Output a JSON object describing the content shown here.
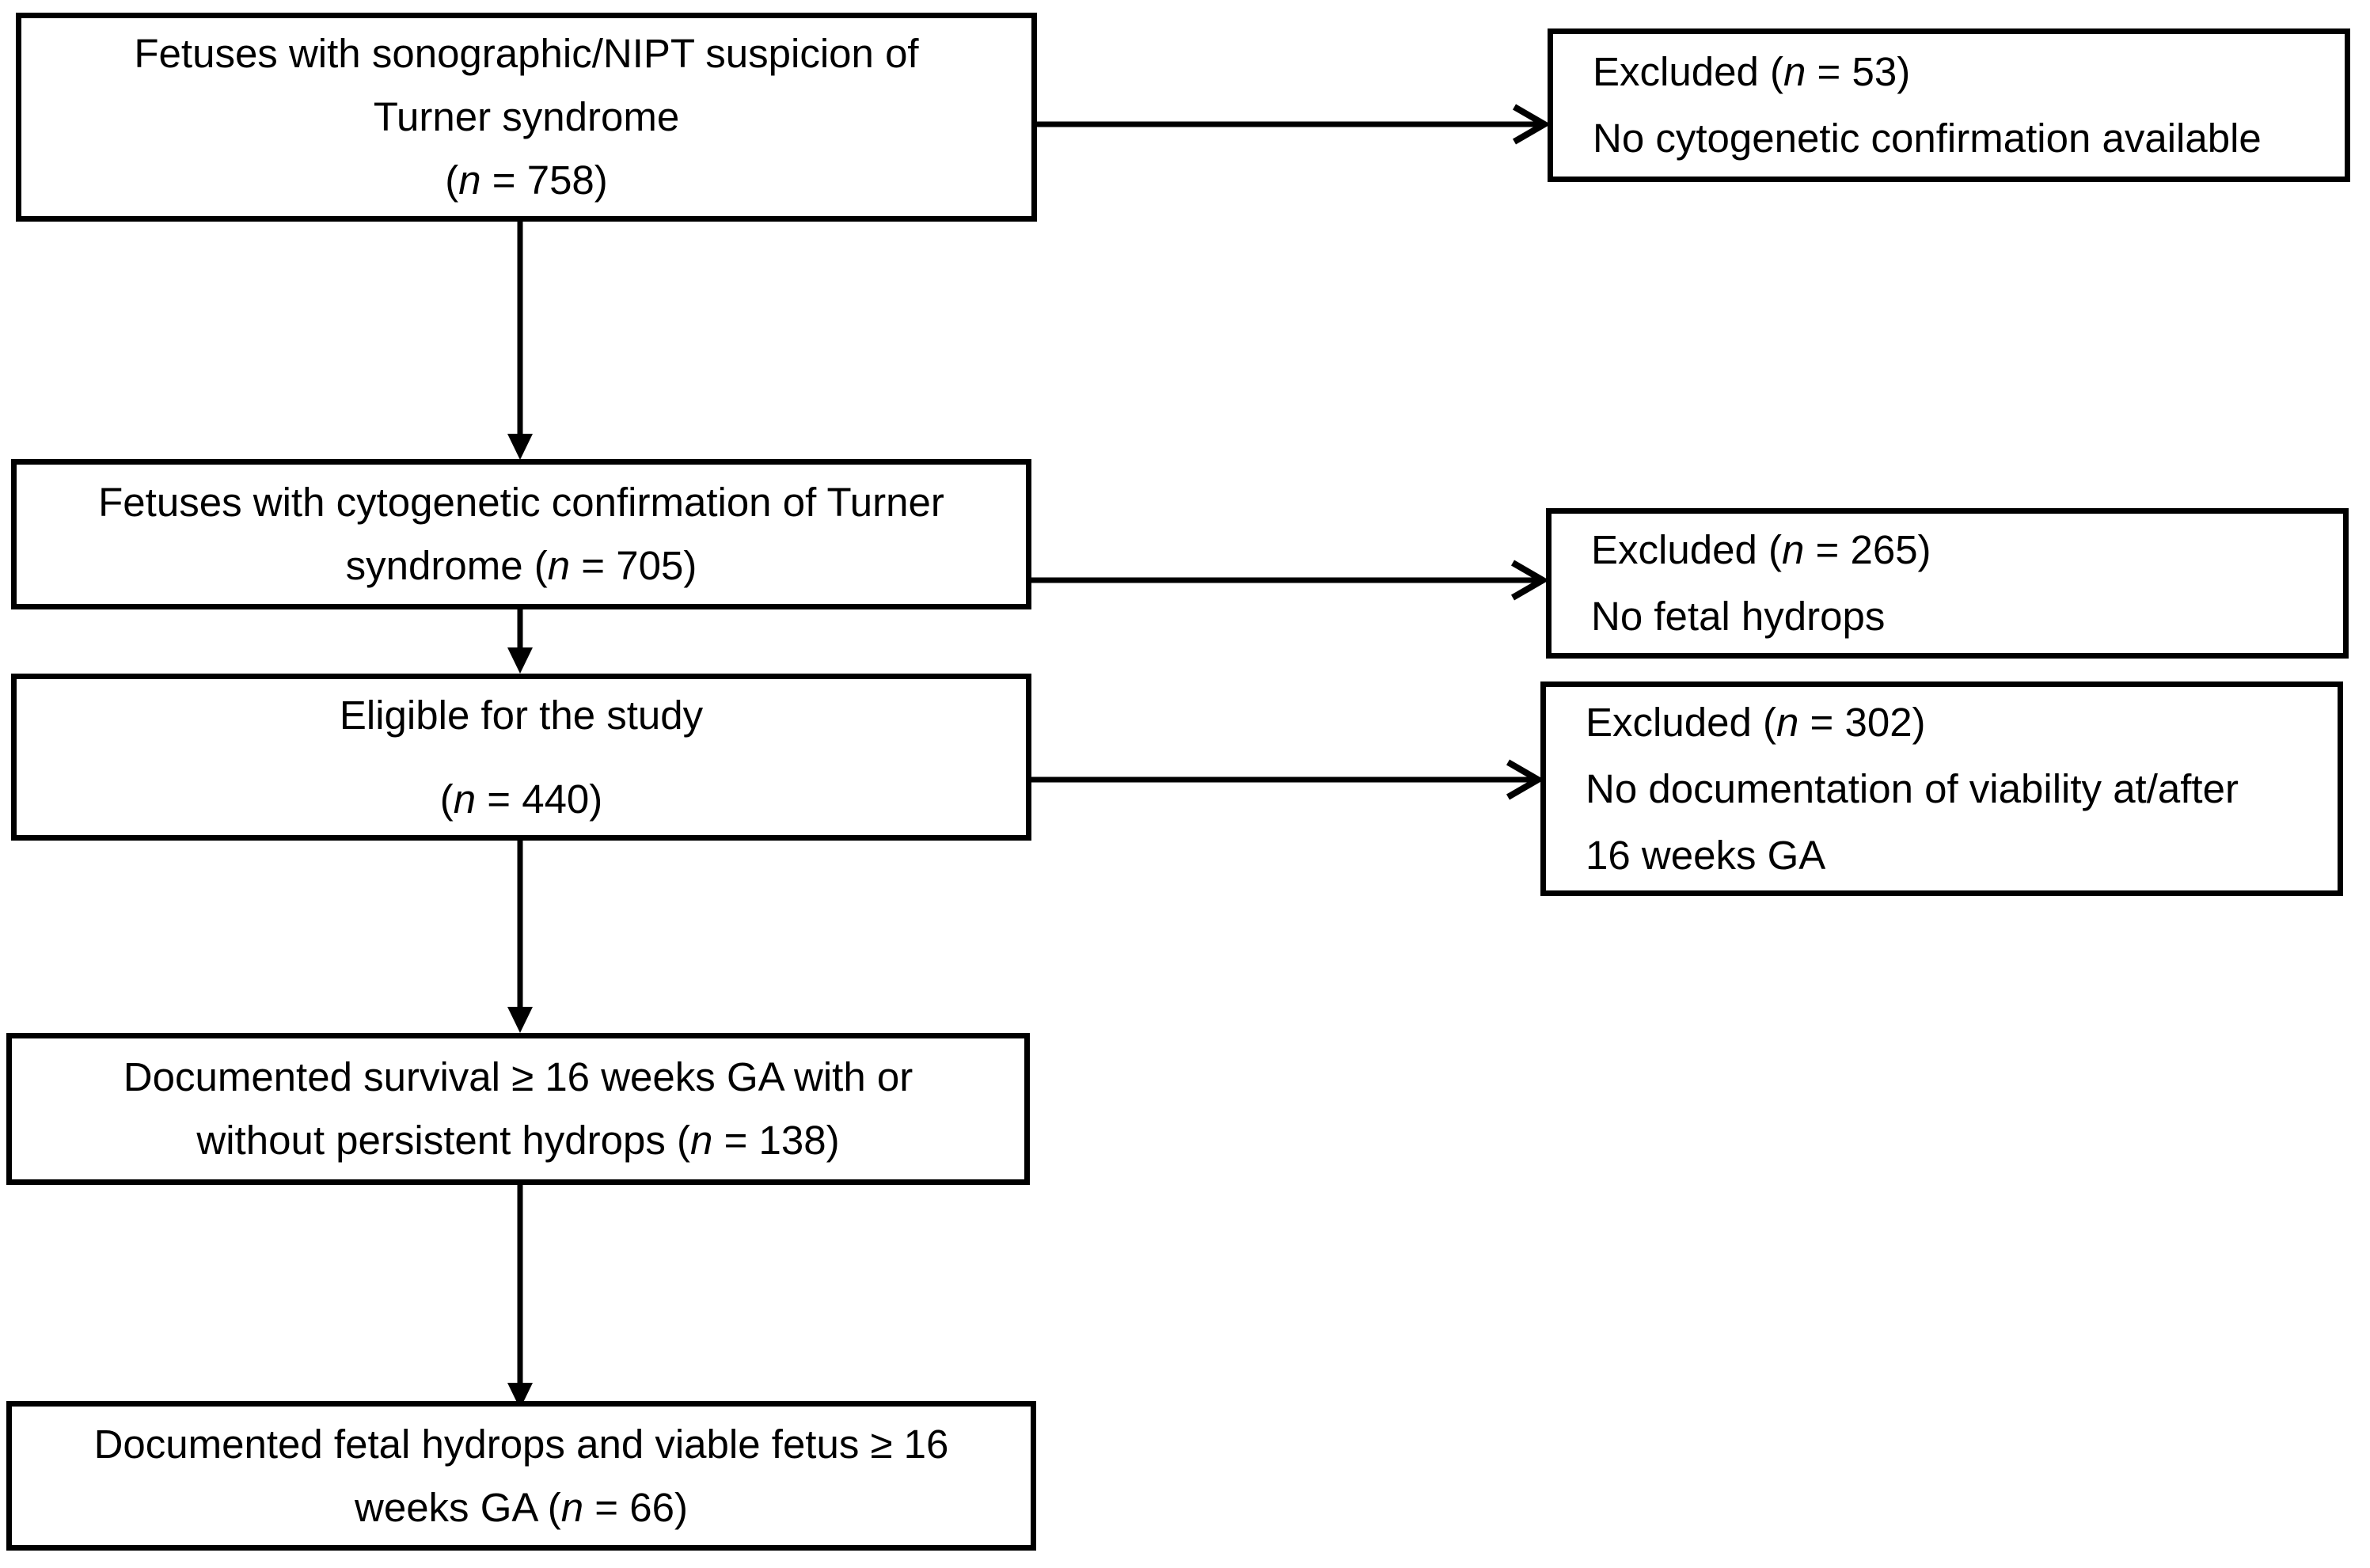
{
  "diagram": {
    "colors": {
      "stroke": "#000000",
      "background": "#ffffff",
      "text": "#000000"
    },
    "main_boxes": [
      {
        "id": "suspicion",
        "n": 758,
        "lines": [
          {
            "pre": "Fetuses with sonographic/NIPT suspicion of"
          },
          {
            "pre": "Turner syndrome"
          },
          {
            "pre": "(",
            "it": "n",
            "post": " = 758)"
          }
        ]
      },
      {
        "id": "confirmation",
        "n": 705,
        "lines": [
          {
            "pre": "Fetuses with cytogenetic confirmation of Turner"
          },
          {
            "pre": "syndrome (",
            "it": "n",
            "post": " = 705)"
          }
        ]
      },
      {
        "id": "eligible",
        "n": 440,
        "lines": [
          {
            "pre": "Eligible for the study"
          },
          {
            "pre": "(",
            "it": "n",
            "post": " = 440)"
          }
        ]
      },
      {
        "id": "survival",
        "n": 138,
        "lines": [
          {
            "pre": "Documented survival ≥ 16 weeks GA with or"
          },
          {
            "pre": "without persistent hydrops (",
            "it": "n",
            "post": " = 138)"
          }
        ]
      },
      {
        "id": "final",
        "n": 66,
        "lines": [
          {
            "pre": "Documented fetal hydrops and viable fetus ≥ 16"
          },
          {
            "pre": "weeks GA (",
            "it": "n",
            "post": " = 66)"
          }
        ]
      }
    ],
    "excluded_boxes": [
      {
        "id": "excluded-no-cytogenetic",
        "n": 53,
        "lines": [
          {
            "pre": "Excluded (",
            "it": "n",
            "post": " = 53)"
          },
          {
            "pre": "No cytogenetic confirmation available"
          }
        ]
      },
      {
        "id": "excluded-no-hydrops",
        "n": 265,
        "lines": [
          {
            "pre": "Excluded (",
            "it": "n",
            "post": " = 265)"
          },
          {
            "pre": "No fetal hydrops"
          }
        ]
      },
      {
        "id": "excluded-no-viability",
        "n": 302,
        "lines": [
          {
            "pre": "Excluded (",
            "it": "n",
            "post": " = 302)"
          },
          {
            "pre": "No documentation of viability at/after"
          },
          {
            "pre": "16 weeks GA"
          }
        ]
      }
    ]
  }
}
